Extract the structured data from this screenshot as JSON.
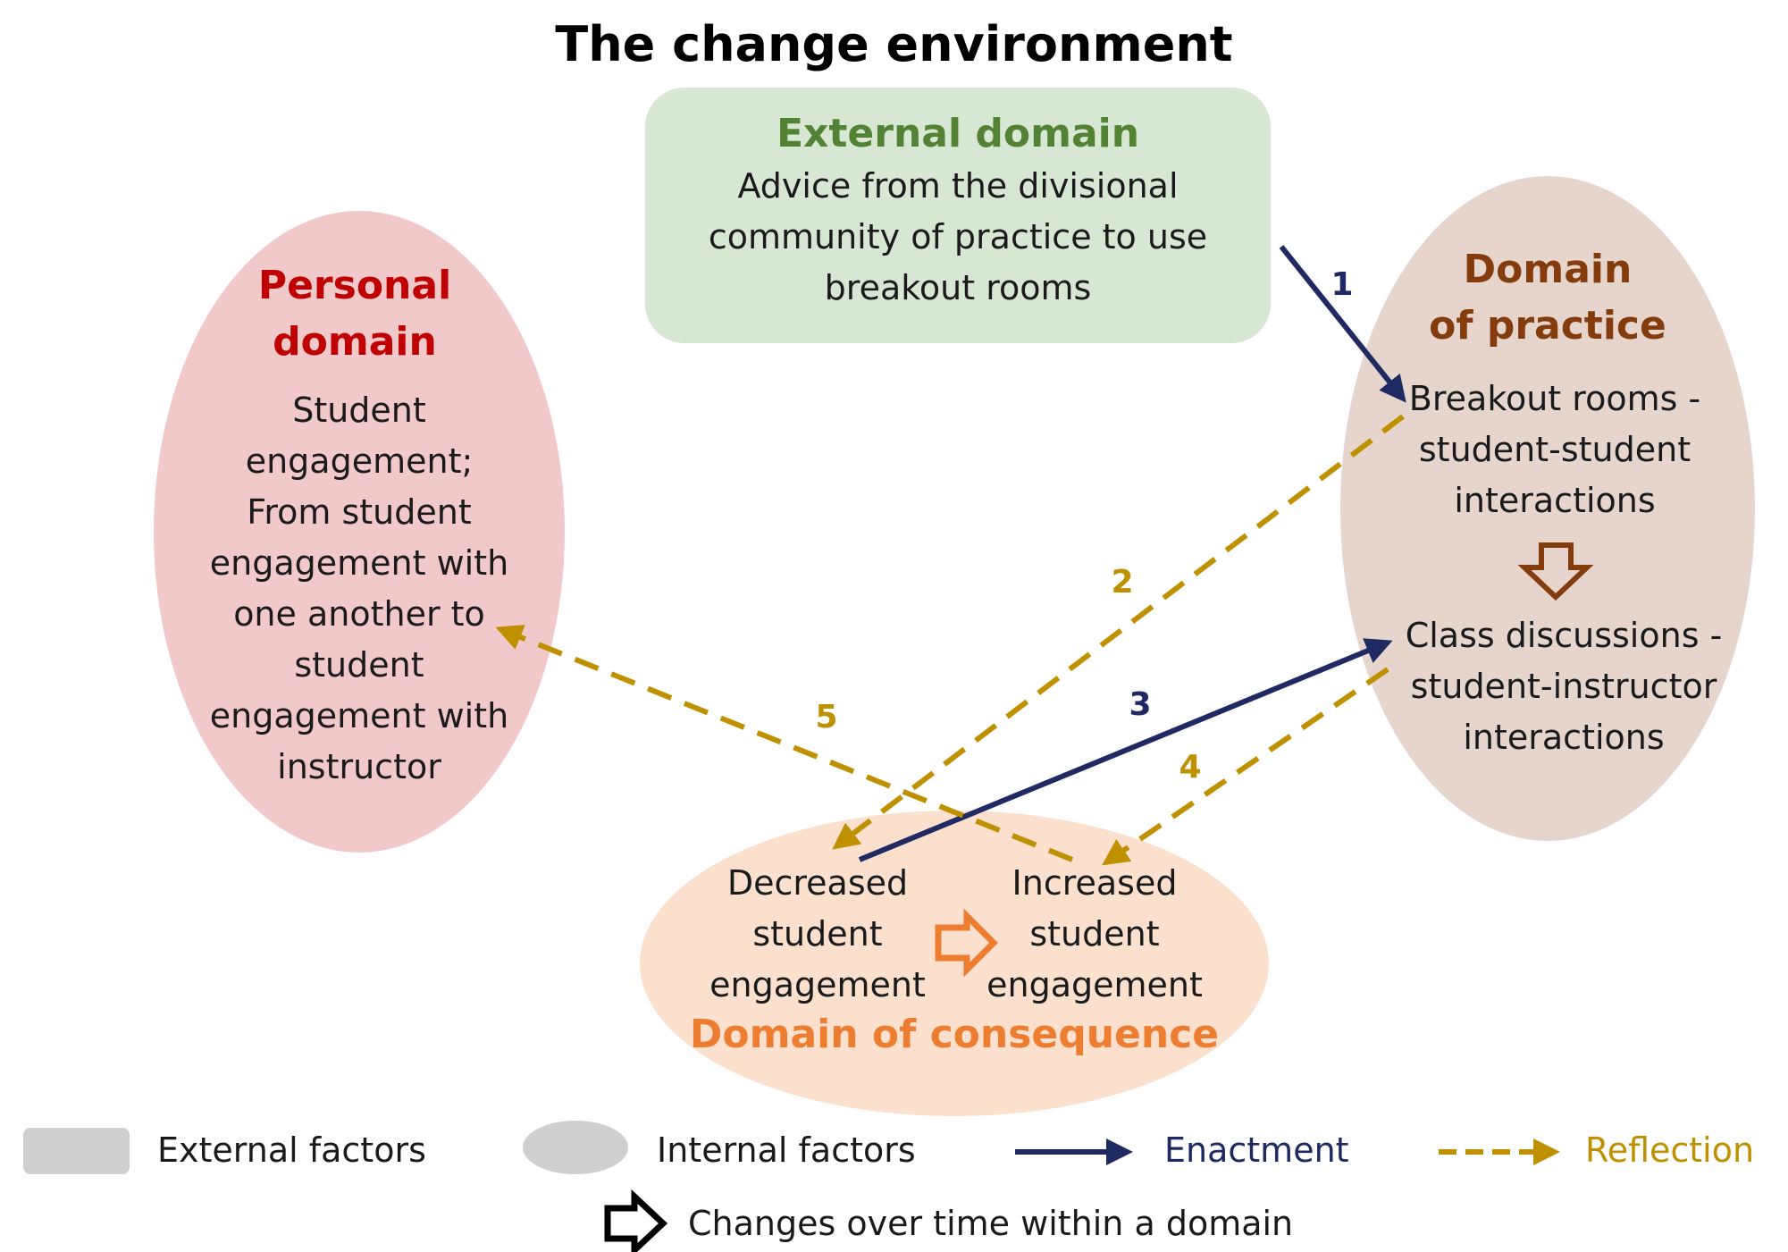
{
  "title": "The change environment",
  "external_domain": {
    "heading": "External domain",
    "lines": [
      "Advice from the divisional",
      "community of practice to use",
      "breakout rooms"
    ]
  },
  "personal_domain": {
    "heading_lines": [
      "Personal",
      "domain"
    ],
    "lines": [
      "Student",
      "engagement;",
      "From student",
      "engagement with",
      "one another to",
      "student",
      "engagement with",
      "instructor"
    ]
  },
  "domain_of_practice": {
    "heading_lines": [
      "Domain",
      "of practice"
    ],
    "item1_lines": [
      "Breakout rooms -",
      "student-student",
      "interactions"
    ],
    "item2_lines": [
      "Class discussions -",
      "student-instructor",
      "interactions"
    ]
  },
  "domain_of_consequence": {
    "heading": "Domain of consequence",
    "decreased_lines": [
      "Decreased",
      "student",
      "engagement"
    ],
    "increased_lines": [
      "Increased",
      "student",
      "engagement"
    ]
  },
  "arrows": [
    {
      "label": "1",
      "kind": "enactment"
    },
    {
      "label": "2",
      "kind": "reflection"
    },
    {
      "label": "3",
      "kind": "enactment"
    },
    {
      "label": "4",
      "kind": "reflection"
    },
    {
      "label": "5",
      "kind": "reflection"
    }
  ],
  "legend": {
    "external_factors": "External factors",
    "internal_factors": "Internal factors",
    "enactment": "Enactment",
    "reflection": "Reflection",
    "changes_over_time": "Changes over time within a domain"
  },
  "colors": {
    "enactment": "#1f2a63",
    "reflection": "#bf9000",
    "external_fill": "#d8e7d3",
    "personal_fill": "#f2c9cb",
    "practice_fill": "#e6d5cd",
    "consequence_fill": "#fbe0ce",
    "legend_shape": "#cfcfcf",
    "practice_change_arrow": "#843c0c",
    "consequence_change_arrow": "#ed7d31"
  }
}
